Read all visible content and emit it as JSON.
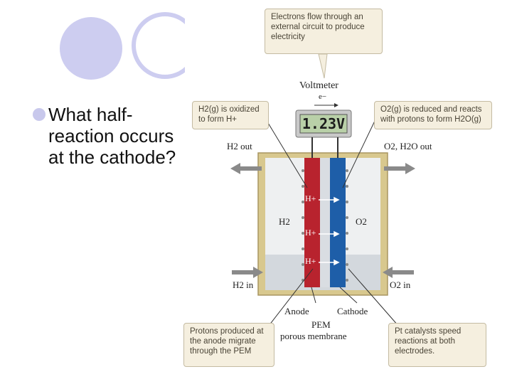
{
  "question": {
    "text": "What half-reaction occurs at the cathode?"
  },
  "diagram": {
    "callout_top": "Electrons flow through an external circuit to produce electricity",
    "callout_left": "H2(g) is oxidized to form H+",
    "callout_right": "O2(g) is reduced and reacts with protons to form H2O(g)",
    "callout_bottom_left": "Protons produced at the anode migrate through the PEM",
    "callout_bottom_right": "Pt catalysts speed reactions at both electrodes.",
    "voltmeter_label": "Voltmeter",
    "electron_label": "e−",
    "voltmeter_reading": "1.23V",
    "h2_out": "H2 out",
    "o2_h2o_out": "O2, H2O out",
    "h2_chamber": "H2",
    "o2_chamber": "O2",
    "h2_in": "H2 in",
    "o2_in": "O2 in",
    "proton_label": "H+",
    "anode_label": "Anode",
    "cathode_label": "Cathode",
    "pem_label": "PEM",
    "membrane_label": "porous membrane"
  },
  "colors": {
    "anode": "#b8232e",
    "cathode": "#1e5ea8",
    "membrane": "#d9dde2",
    "frame": "#d8c88e",
    "callout_bg": "#f5efdf"
  }
}
